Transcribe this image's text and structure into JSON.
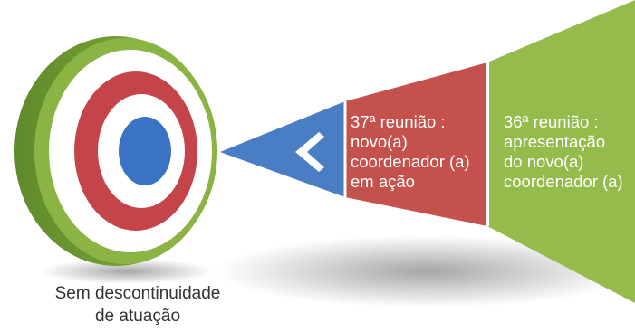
{
  "diagram": {
    "target_caption": "Sem descontinuidade\nde atuação",
    "segments": [
      {
        "id": "arrow",
        "label": "",
        "color": "#4a7ec4",
        "icon": "chevron-left-icon"
      },
      {
        "id": "37",
        "label": "37ª reunião :\nnovo(a)\ncoordenador (a)\nem ação",
        "color": "#c4514c"
      },
      {
        "id": "36",
        "label": "36ª reunião :\napresentação\ndo novo(a)\ncoordenador (a)",
        "color": "#94bb4c"
      }
    ],
    "target_colors": {
      "outer": "#8cb445",
      "red_ring": "#c4444a",
      "white_ring": "#ffffff",
      "center": "#3b73c4"
    }
  }
}
